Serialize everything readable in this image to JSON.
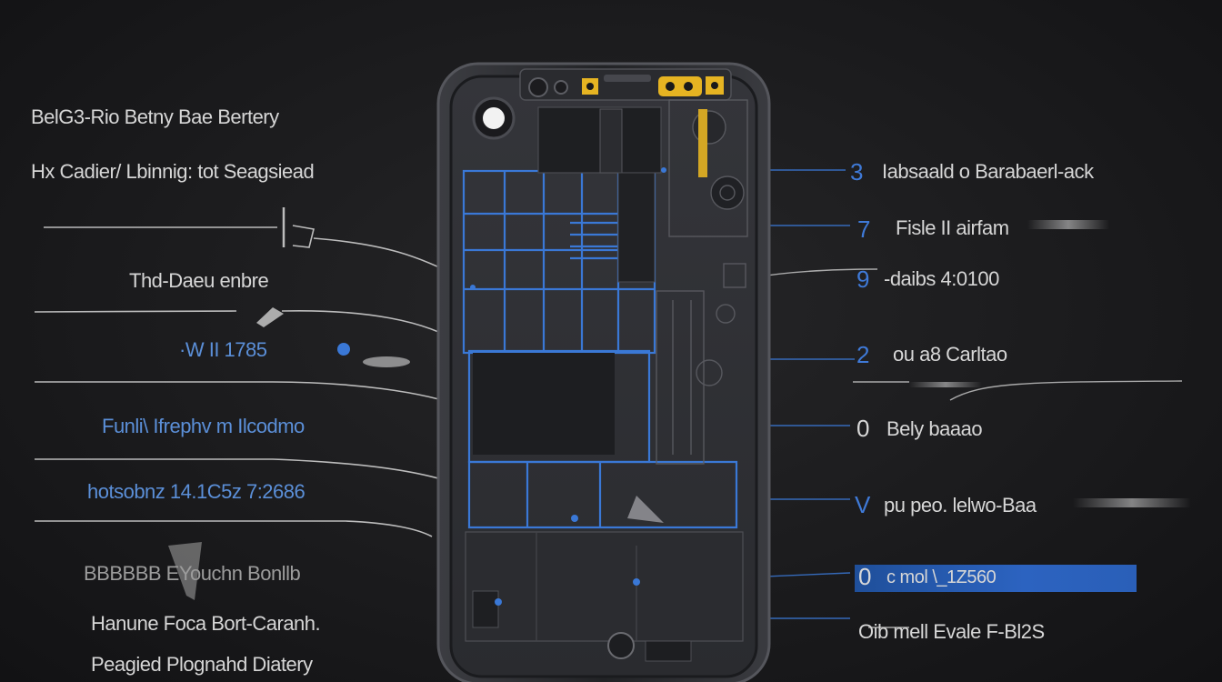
{
  "colors": {
    "background": "#1b1b1d",
    "phone_frame": "#2e2f33",
    "blueprint_blue": "#3a78d6",
    "accent_yellow": "#e6b422",
    "text": "#d6d6d6"
  },
  "left_labels": [
    {
      "text": "BelG3-Rio Betny Bae Bertery",
      "style": "white"
    },
    {
      "text": "Hx Cadier/  Lbinnig: tot Seagsiead",
      "style": "white"
    },
    {
      "text": "Thd-Daeu  enbre",
      "style": "white"
    },
    {
      "text": "·W II 1785",
      "style": "blue"
    },
    {
      "text": "Funli\\ Ifrephv m  Ilcodmo",
      "style": "blue"
    },
    {
      "text": "hotsobnz  14.1C5z 7:2686",
      "style": "blue"
    },
    {
      "text": "BBBBBB EYouchn  Bonllb",
      "style": "white"
    },
    {
      "text": "Hanune  Foca Bort-Caranh.",
      "style": "white"
    },
    {
      "text": "Peagied Plognahd Diatery",
      "style": "white"
    }
  ],
  "right_callouts": [
    {
      "number": "3",
      "text": "Iabsaald  o  Barabaerl-ack",
      "number_style": "blue"
    },
    {
      "number": "7",
      "text": "Fisle II airfam",
      "number_style": "blue"
    },
    {
      "number": "9",
      "text": "-daibs 4:0100",
      "number_style": "blue"
    },
    {
      "number": "2",
      "text": "ou a8  Carltao",
      "number_style": "blue"
    },
    {
      "number": "0",
      "text": "Bely baaao",
      "number_style": "white"
    },
    {
      "number": "V",
      "text": "pu peo. lelwo-Baa",
      "number_style": "blue"
    },
    {
      "number": "0",
      "text": "c mol \\_1Z560",
      "number_style": "white"
    },
    {
      "number": "",
      "text": "Oib mell Evale F-Bl2S",
      "number_style": "white"
    }
  ]
}
